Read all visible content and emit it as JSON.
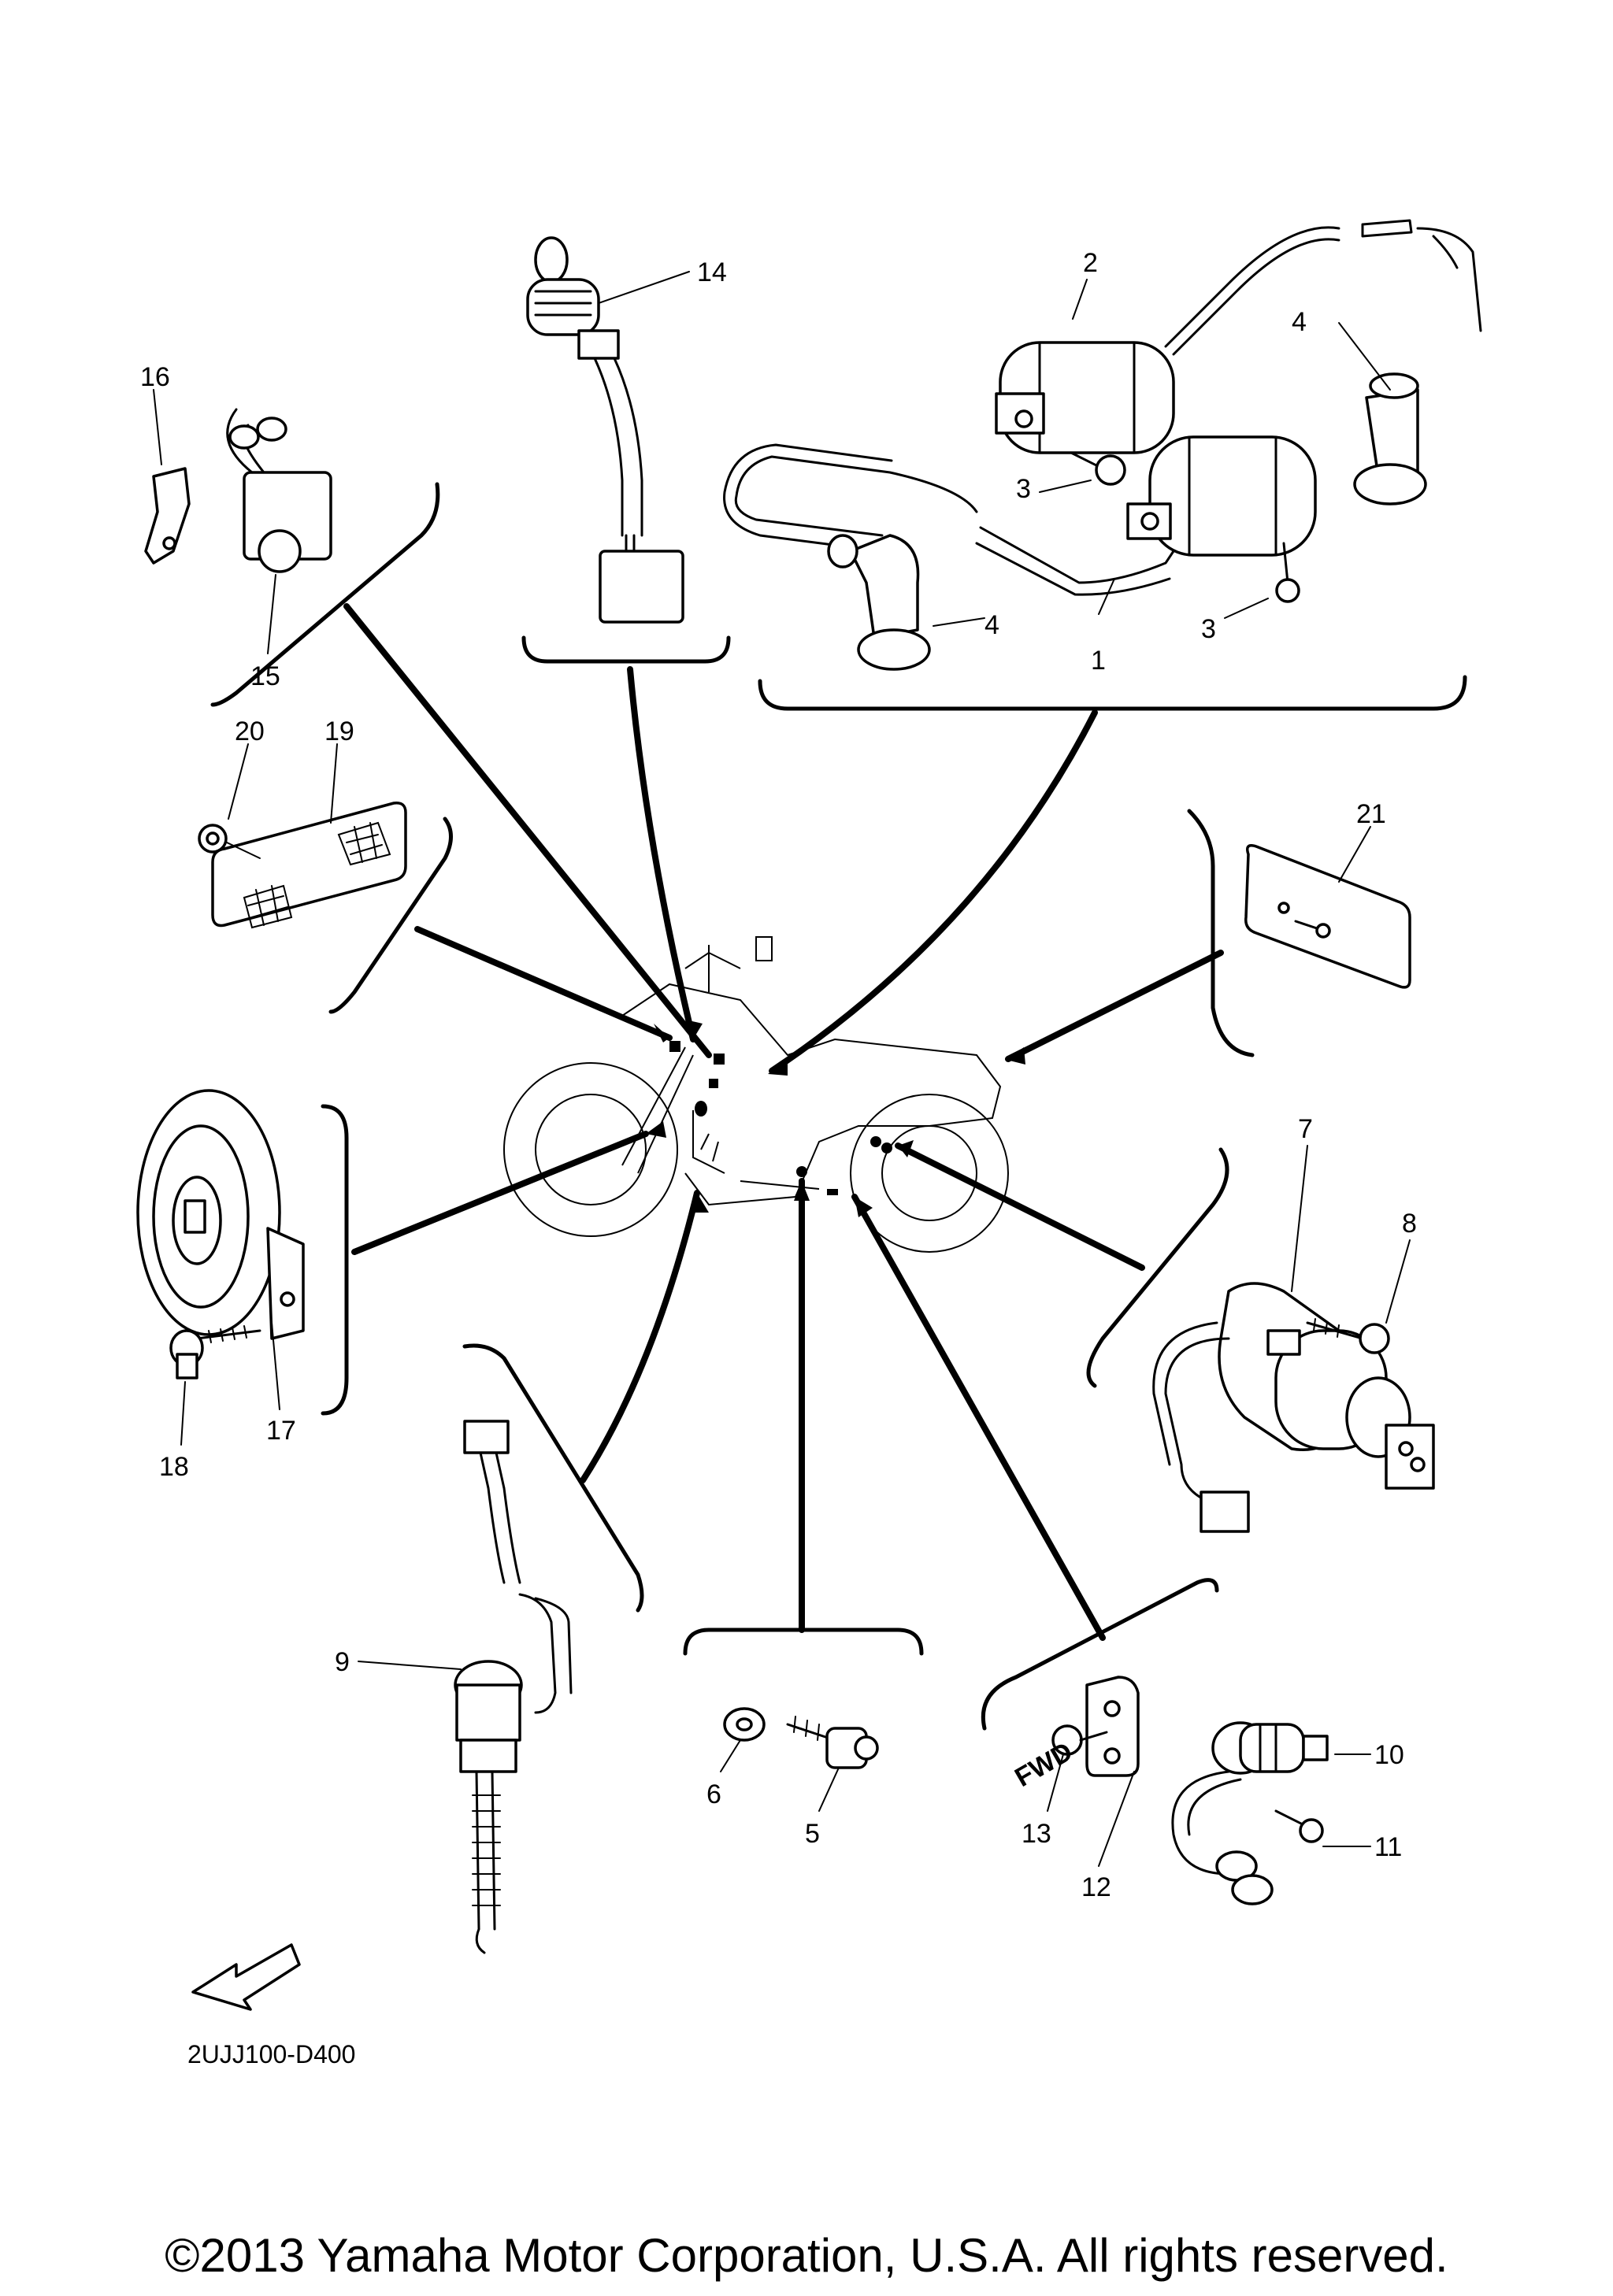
{
  "diagram_code": "2UJJ100-D400",
  "copyright": "©2013 Yamaha Motor Corporation, U.S.A. All rights reserved.",
  "fwd_label": "FWD",
  "callouts": {
    "p1": "1",
    "p2": "2",
    "p3a": "3",
    "p3b": "3",
    "p4a": "4",
    "p4b": "4",
    "p5": "5",
    "p6": "6",
    "p7": "7",
    "p8": "8",
    "p9": "9",
    "p10": "10",
    "p11": "11",
    "p12": "12",
    "p13": "13",
    "p14": "14",
    "p15": "15",
    "p16": "16",
    "p17": "17",
    "p18": "18",
    "p19": "19",
    "p20": "20",
    "p21": "21"
  }
}
